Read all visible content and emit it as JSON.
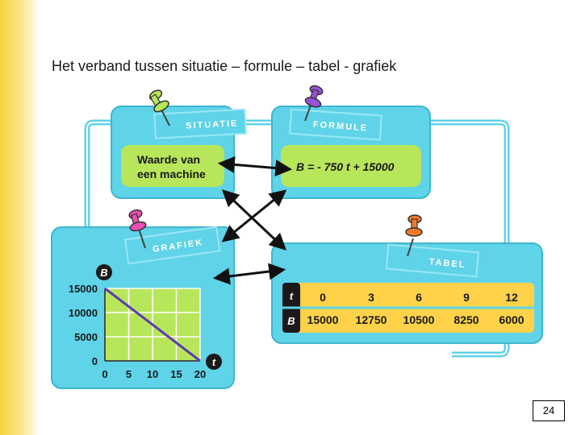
{
  "title": "Het verband tussen situatie – formule – tabel - grafiek",
  "panels": {
    "situatie": {
      "tag": "SITUATIE",
      "text_line1": "Waarde van",
      "text_line2": "een machine"
    },
    "formule": {
      "tag": "FORMULE",
      "formula": "B = - 750 t  + 15000"
    },
    "grafiek": {
      "tag": "GRAFIEK",
      "y_axis_symbol": "B",
      "x_axis_symbol": "t"
    },
    "tabel": {
      "tag": "TABEL"
    }
  },
  "chart_data": {
    "type": "line",
    "x": [
      0,
      20
    ],
    "series": [
      {
        "values": [
          15000,
          0
        ]
      }
    ],
    "xlabel": "t",
    "ylabel": "B",
    "xticks": [
      "0",
      "5",
      "10",
      "15",
      "20"
    ],
    "yticks": [
      "0",
      "5000",
      "10000",
      "15000"
    ],
    "xlim": [
      0,
      20
    ],
    "ylim": [
      0,
      15000
    ],
    "grid": true
  },
  "table": {
    "row_t": {
      "header": "t",
      "cells": [
        "0",
        "3",
        "6",
        "9",
        "12"
      ]
    },
    "row_b": {
      "header": "B",
      "cells": [
        "15000",
        "12750",
        "10500",
        "8250",
        "6000"
      ]
    }
  },
  "colors": {
    "panel": "#5fd3e8",
    "panel_border": "#3fb6cf",
    "inner_green": "#b8e65a",
    "table_yellow": "#ffd24a",
    "line": "#5a3fb0",
    "arrow": "#111111"
  },
  "page_number": "24"
}
